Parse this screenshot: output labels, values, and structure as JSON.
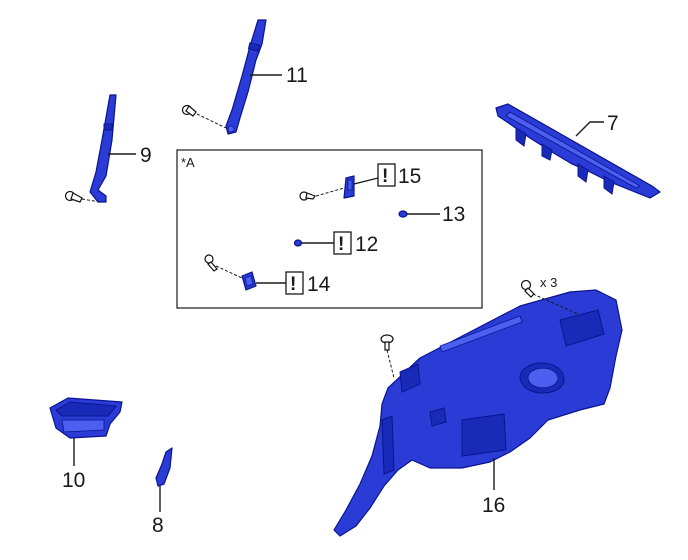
{
  "callouts": {
    "p7": "7",
    "p8": "8",
    "p9": "9",
    "p10": "10",
    "p11": "11",
    "p12": "12",
    "p13": "13",
    "p14": "14",
    "p15": "15",
    "p16": "16"
  },
  "detail_label": "*A",
  "qty_label": "x 3",
  "caution_symbol": "!",
  "colors": {
    "part_fill": "#2a3bd6",
    "part_outline": "#0a1590",
    "line": "#1a1a1a"
  }
}
